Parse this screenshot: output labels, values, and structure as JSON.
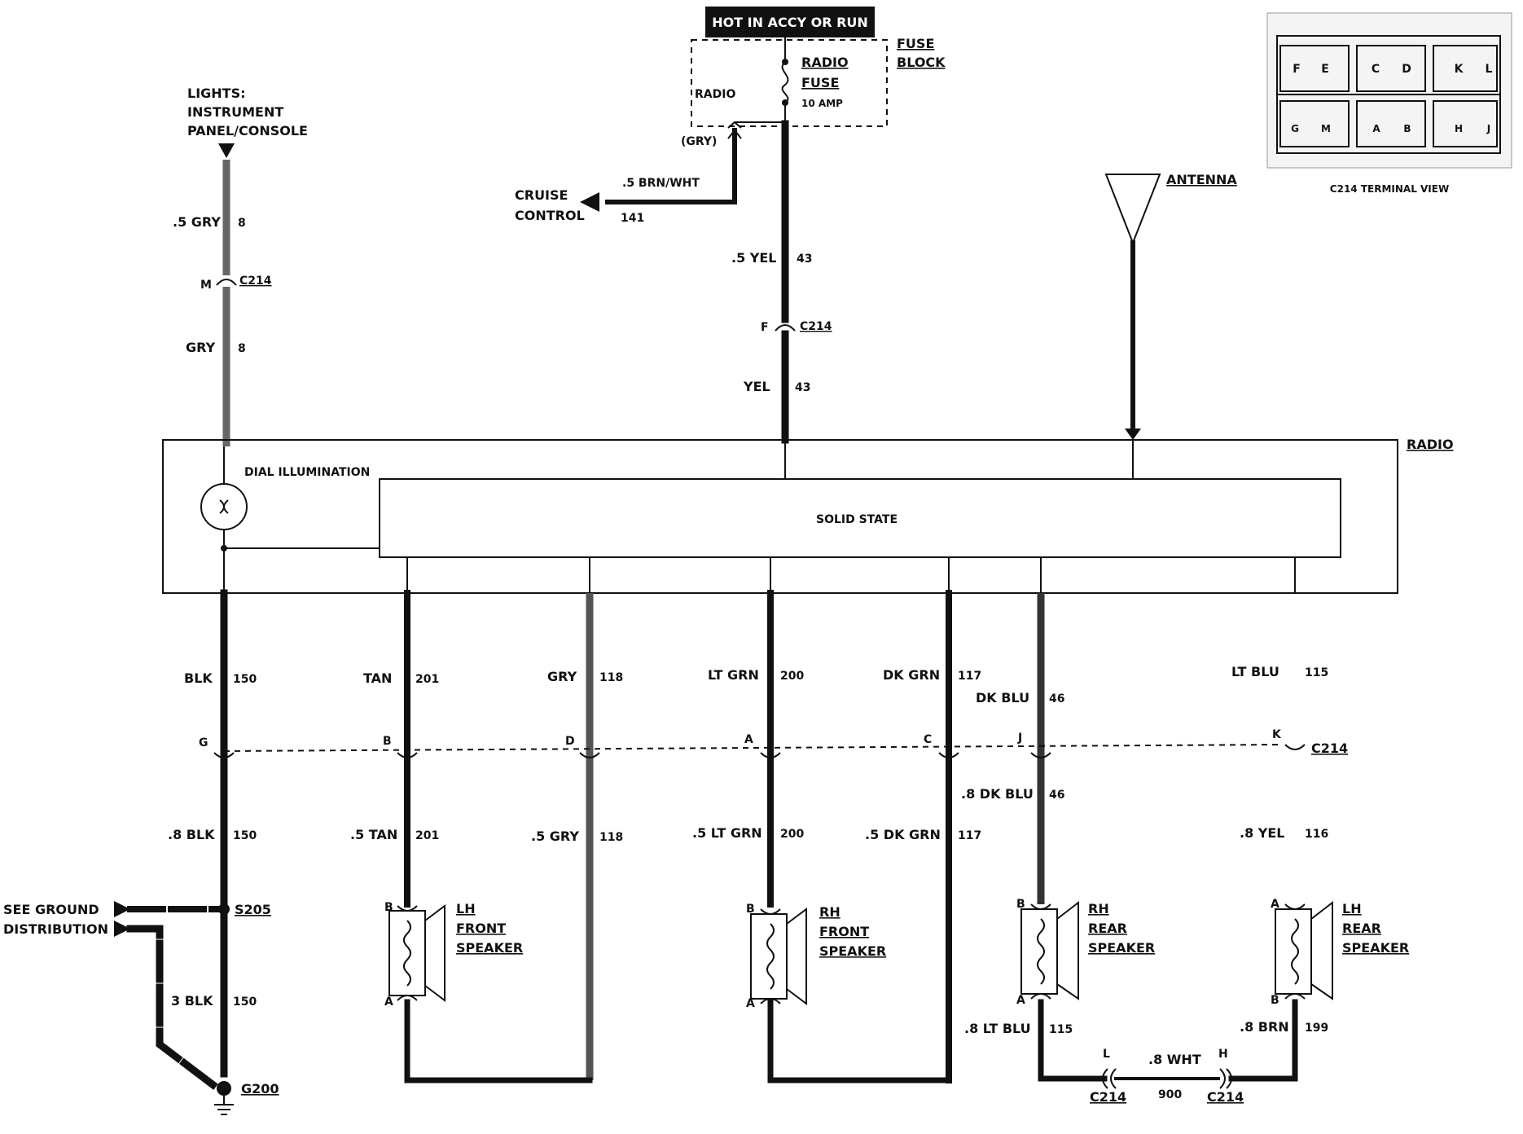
{
  "header": {
    "hot_label": "HOT IN ACCY OR RUN"
  },
  "fuse_block": {
    "title_line1": "FUSE",
    "title_line2": "BLOCK",
    "radio_label": "RADIO",
    "fuse_line1": "RADIO",
    "fuse_line2": "FUSE",
    "fuse_amp": "10 AMP",
    "gry_label": "(GRY)"
  },
  "lights": {
    "line1": "LIGHTS:",
    "line2": "INSTRUMENT",
    "line3": "PANEL/CONSOLE"
  },
  "cruise": {
    "line1": "CRUISE",
    "line2": "CONTROL",
    "wire": ".5 BRN/WHT",
    "circuit": "141"
  },
  "antenna": {
    "label": "ANTENNA"
  },
  "radio": {
    "label": "RADIO",
    "dial_label": "DIAL ILLUMINATION",
    "solid_state": "SOLID STATE"
  },
  "connector": {
    "name": "C214",
    "terminal_view": "C214 TERMINAL VIEW",
    "pins_top": [
      "F",
      "E",
      "C",
      "D",
      "K",
      "L"
    ],
    "pins_bottom": [
      "G",
      "M",
      "A",
      "B",
      "H",
      "J"
    ]
  },
  "wires": {
    "gry_top": ".5 GRY",
    "gry_top_num": "8",
    "pin_m": "M",
    "gry_mid": "GRY",
    "gry_mid_num": "8",
    "yel_top": ".5 YEL",
    "yel_top_num": "43",
    "pin_f": "F",
    "yel_mid": "YEL",
    "yel_mid_num": "43",
    "blk": "BLK",
    "blk_num": "150",
    "tan": "TAN",
    "tan_num": "201",
    "gry": "GRY",
    "gry_num": "118",
    "ltgrn": "LT GRN",
    "ltgrn_num": "200",
    "dkgrn": "DK GRN",
    "dkgrn_num": "117",
    "dkblu": "DK BLU",
    "dkblu_num": "46",
    "ltblu": "LT BLU",
    "ltblu_num": "115",
    "pin_g": "G",
    "pin_b": "B",
    "pin_d": "D",
    "pin_a": "A",
    "pin_c": "C",
    "pin_j": "J",
    "pin_k": "K",
    "blk8": ".8 BLK",
    "blk8_num": "150",
    "tan5": ".5 TAN",
    "tan5_num": "201",
    "gry5": ".5 GRY",
    "gry5_num": "118",
    "ltgrn5": ".5 LT GRN",
    "ltgrn5_num": "200",
    "dkgrn5": ".5 DK GRN",
    "dkgrn5_num": "117",
    "dkblu8": ".8 DK BLU",
    "dkblu8_num": "46",
    "yel8": ".8 YEL",
    "yel8_num": "116",
    "blk3": "3 BLK",
    "blk3_num": "150",
    "splice": "S205",
    "ground": "G200",
    "ltblu8": ".8 LT BLU",
    "ltblu8_num": "115",
    "brn8": ".8 BRN",
    "brn8_num": "199",
    "wht8": ".8 WHT",
    "wht8_num": "900",
    "pin_l": "L",
    "pin_h": "H"
  },
  "ground_dist": {
    "line1": "SEE GROUND",
    "line2": "DISTRIBUTION"
  },
  "speakers": [
    {
      "line1": "LH",
      "line2": "FRONT",
      "line3": "SPEAKER",
      "top_pin": "B",
      "bottom_pin": "A"
    },
    {
      "line1": "RH",
      "line2": "FRONT",
      "line3": "SPEAKER",
      "top_pin": "B",
      "bottom_pin": "A"
    },
    {
      "line1": "RH",
      "line2": "REAR",
      "line3": "SPEAKER",
      "top_pin": "B",
      "bottom_pin": "A"
    },
    {
      "line1": "LH",
      "line2": "REAR",
      "line3": "SPEAKER",
      "top_pin": "A",
      "bottom_pin": "B"
    }
  ]
}
